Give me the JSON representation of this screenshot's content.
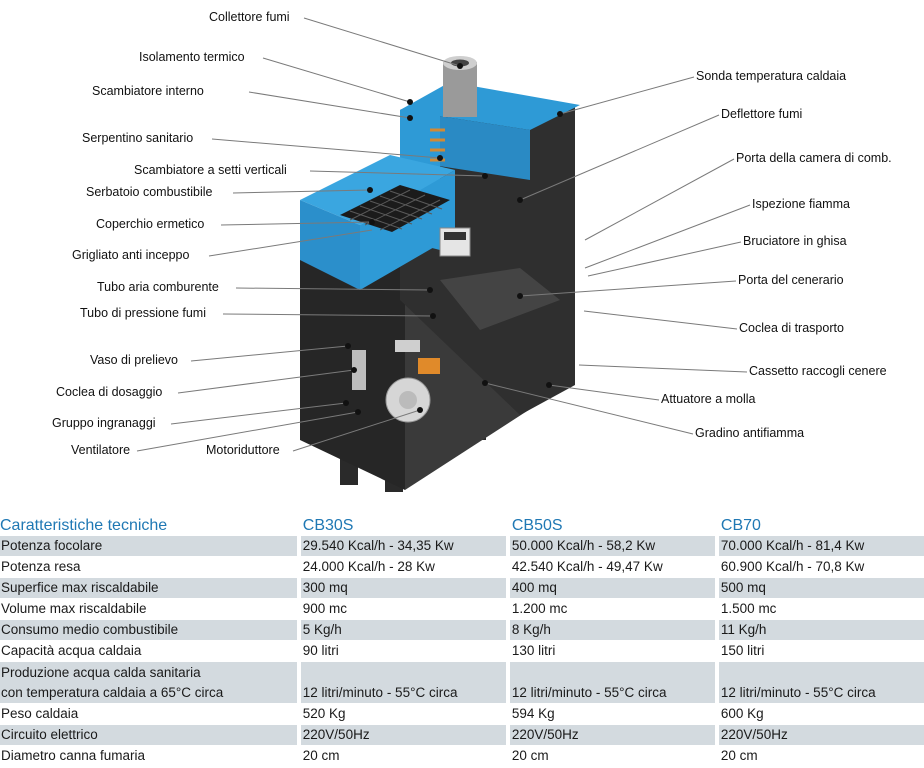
{
  "diagram": {
    "left_labels": [
      "Collettore fumi",
      "Isolamento termico",
      "Scambiatore interno",
      "Serpentino sanitario",
      "Scambiatore a setti verticali",
      "Serbatoio combustibile",
      "Coperchio ermetico",
      "Grigliato anti inceppo",
      "Tubo aria comburente",
      "Tubo di pressione fumi",
      "Vaso di prelievo",
      "Coclea di dosaggio",
      "Gruppo ingranaggi",
      "Ventilatore",
      "Motoriduttore"
    ],
    "right_labels": [
      "Sonda temperatura caldaia",
      "Deflettore fumi",
      "Porta della camera di comb.",
      "Ispezione fiamma",
      "Bruciatore in ghisa",
      "Porta del cenerario",
      "Coclea di trasporto",
      "Cassetto raccogli cenere",
      "Attuatore a molla",
      "Gradino antifiamma"
    ],
    "colors": {
      "body_blue": "#2e9ad6",
      "body_dark": "#2b2b2b",
      "table_shade": "#d3dadf",
      "header_blue": "#1f78b4"
    }
  },
  "specs": {
    "header": [
      "Caratteristiche tecniche",
      "CB30S",
      "CB50S",
      "CB70"
    ],
    "rows": [
      {
        "label": "Potenza focolare",
        "values": [
          "29.540 Kcal/h - 34,35 Kw",
          "50.000 Kcal/h - 58,2 Kw",
          "70.000 Kcal/h - 81,4 Kw"
        ]
      },
      {
        "label": "Potenza resa",
        "values": [
          "24.000 Kcal/h - 28 Kw",
          "42.540 Kcal/h - 49,47 Kw",
          "60.900 Kcal/h - 70,8 Kw"
        ]
      },
      {
        "label": "Superfice max riscaldabile",
        "values": [
          "300 mq",
          "400 mq",
          "500 mq"
        ]
      },
      {
        "label": "Volume max riscaldabile",
        "values": [
          "900 mc",
          "1.200 mc",
          "1.500 mc"
        ]
      },
      {
        "label": "Consumo medio combustibile",
        "values": [
          "5 Kg/h",
          "8 Kg/h",
          "11 Kg/h"
        ]
      },
      {
        "label": "Capacità acqua caldaia",
        "values": [
          "90 litri",
          "130 litri",
          "150 litri"
        ]
      },
      {
        "label_line1": "Produzione acqua calda sanitaria",
        "label_line2": "con temperatura caldaia a 65°C circa",
        "values": [
          "12 litri/minuto - 55°C circa",
          "12 litri/minuto - 55°C circa",
          "12 litri/minuto - 55°C circa"
        ]
      },
      {
        "label": "Peso caldaia",
        "values": [
          "520 Kg",
          "594 Kg",
          "600 Kg"
        ]
      },
      {
        "label": "Circuito elettrico",
        "values": [
          "220V/50Hz",
          "220V/50Hz",
          "220V/50Hz"
        ]
      },
      {
        "label": "Diametro canna fumaria",
        "values": [
          "20 cm",
          "20 cm",
          "20 cm"
        ]
      }
    ]
  }
}
